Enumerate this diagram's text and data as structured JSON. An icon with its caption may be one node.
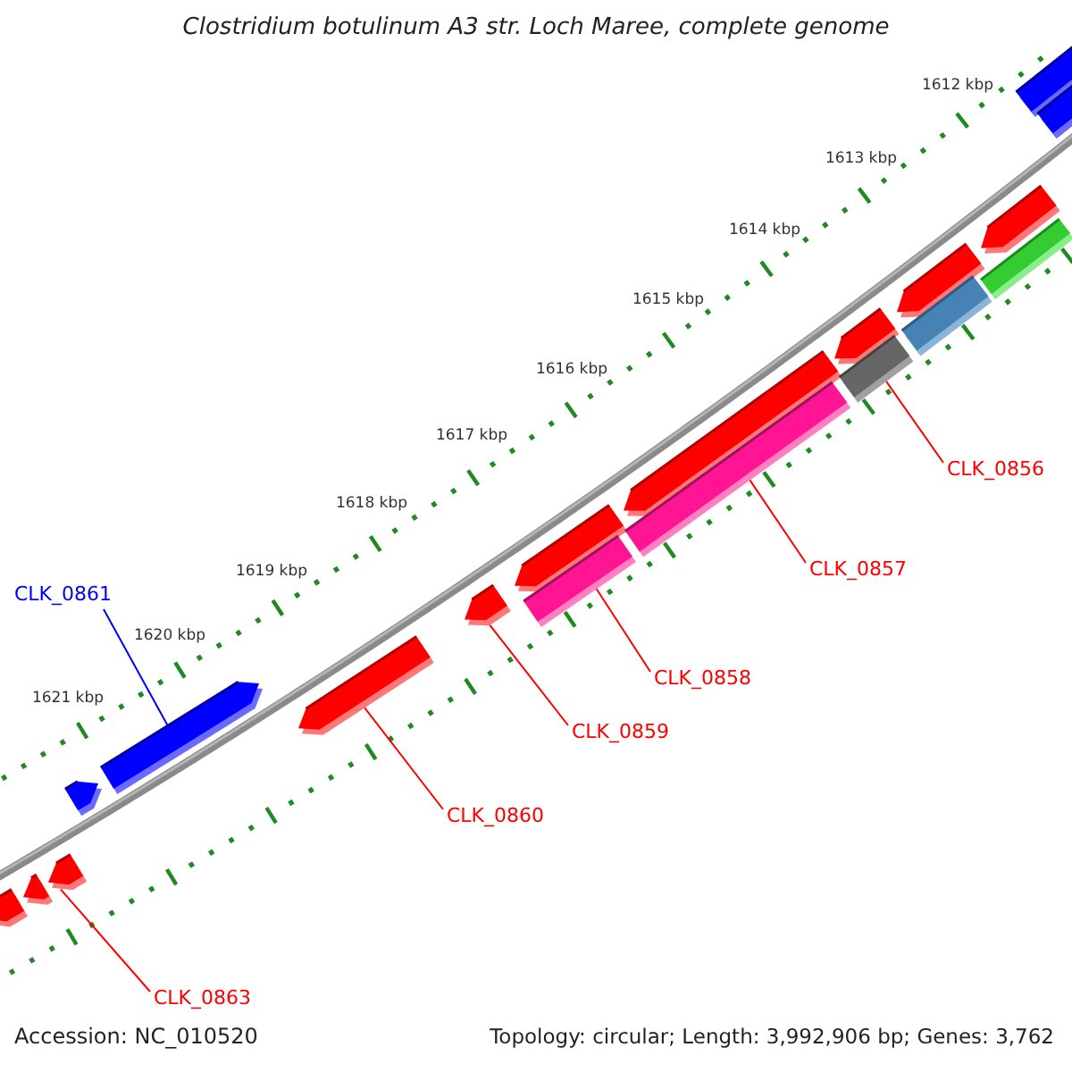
{
  "diagram": {
    "title": "Clostridium botulinum A3 str. Loch Maree, complete genome",
    "nodes": [
      {
        "text": [
          "CLK_0856"
        ]
      },
      {
        "text": [
          "CLK_0857"
        ]
      },
      {
        "text": [
          "CLK_0858"
        ]
      },
      {
        "text": [
          "CLK_0859"
        ]
      },
      {
        "text": [
          "CLK_0860"
        ]
      },
      {
        "text": [
          "CLK_0861"
        ]
      },
      {
        "text": [
          "CLK_0863"
        ]
      },
      {
        "text": [],
        "shape": "pentagon"
      },
      {
        "text": [],
        "shape": "pentagon"
      },
      {
        "text": [],
        "shape": "pentagon"
      },
      {
        "text": [],
        "shape": "pentagon"
      },
      {
        "text": [],
        "shape": "pentagon"
      },
      {
        "text": [],
        "shape": "pentagon"
      },
      {
        "text": [],
        "shape": "pentagon"
      },
      {
        "text": [],
        "shape": "pentagon"
      },
      {
        "text": [],
        "shape": "bar"
      },
      {
        "text": [],
        "shape": "pentagon"
      },
      {
        "text": [],
        "shape": "bar"
      },
      {
        "text": [],
        "shape": "pentagon"
      },
      {
        "text": [],
        "shape": "bar"
      },
      {
        "text": [],
        "shape": "pentagon"
      },
      {
        "text": [],
        "shape": "bar"
      },
      {
        "text": [],
        "shape": "pentagon"
      },
      {
        "text": [],
        "shape": "bar"
      },
      {
        "text": [],
        "shape": "bar"
      },
      {
        "text": [],
        "shape": "bar"
      }
    ],
    "edges": [
      {
        "from": 0,
        "to": 19,
        "arrow": "none"
      },
      {
        "from": 1,
        "to": 17,
        "arrow": "none"
      },
      {
        "from": 2,
        "to": 15,
        "arrow": "none"
      },
      {
        "from": 3,
        "to": 13,
        "arrow": "none"
      },
      {
        "from": 4,
        "to": 12,
        "arrow": "none"
      },
      {
        "from": 5,
        "to": 11,
        "arrow": "none",
        "color": "#0000ff"
      },
      {
        "from": 6,
        "to": 9,
        "arrow": "none"
      }
    ],
    "labels": [
      "1612 kbp",
      "1613 kbp",
      "1614 kbp",
      "1615 kbp",
      "1616 kbp",
      "1617 kbp",
      "1618 kbp",
      "1619 kbp",
      "1620 kbp",
      "1621 kbp",
      "Accession: NC_010520",
      "Topology: circular; Length: 3,992,906 bp; Genes: 3,762"
    ]
  }
}
